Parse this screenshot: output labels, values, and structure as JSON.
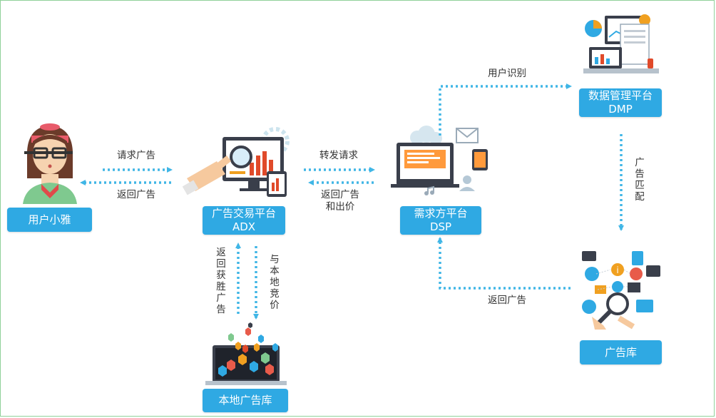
{
  "nodes": {
    "user": {
      "label": "用户小雅"
    },
    "adx": {
      "label": "广告交易平台",
      "sub": "ADX"
    },
    "dsp": {
      "label": "需求方平台",
      "sub": "DSP"
    },
    "dmp": {
      "label": "数据管理平台",
      "sub": "DMP"
    },
    "adlib": {
      "label": "广告库"
    },
    "local_adlib": {
      "label": "本地广告库"
    }
  },
  "edges": {
    "request_ad": "请求广告",
    "return_ad_to_user": "返回广告",
    "forward_request": "转发请求",
    "return_ad_and_bid_1": "返回广告",
    "return_ad_and_bid_2": "和出价",
    "user_identify": "用户识别",
    "ad_match": "广告匹配",
    "return_ad_to_dsp": "返回广告",
    "return_winning_ad": "返回获胜广告",
    "local_bid": "与本地竞价"
  },
  "colors": {
    "box": "#2fa9e3",
    "arrow": "#40b6e6",
    "frame_border": "#8fd19a"
  }
}
